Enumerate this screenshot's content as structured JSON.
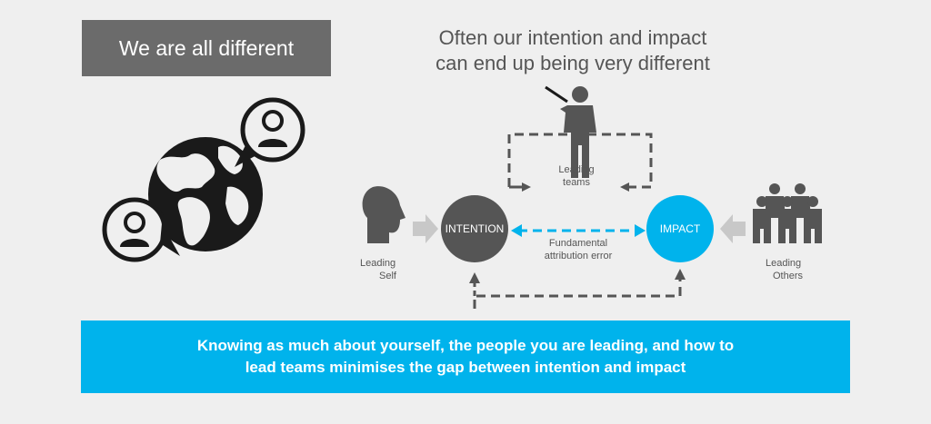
{
  "title": "We are all different",
  "headline": {
    "line1": "Often our intention and impact",
    "line2": "can end up being very different"
  },
  "nodes": {
    "intention": "INTENTION",
    "impact": "IMPACT"
  },
  "labels": {
    "leading_self_line1": "Leading",
    "leading_self_line2": "Self",
    "leading_teams_line1": "Leading",
    "leading_teams_line2": "teams",
    "leading_others_line1": "Leading",
    "leading_others_line2": "Others",
    "fundamental_line1": "Fundamental",
    "fundamental_line2": "attribution error"
  },
  "banner": {
    "line1": "Knowing as much about yourself, the people you are leading, and  how to",
    "line2": "lead teams minimises the gap between intention and impact"
  },
  "colors": {
    "background": "#efefef",
    "dark_gray": "#555555",
    "title_box": "#6b6b6b",
    "accent_blue": "#00b3ec",
    "black": "#1a1a1a",
    "arrow_gray": "#c8c8c8"
  }
}
